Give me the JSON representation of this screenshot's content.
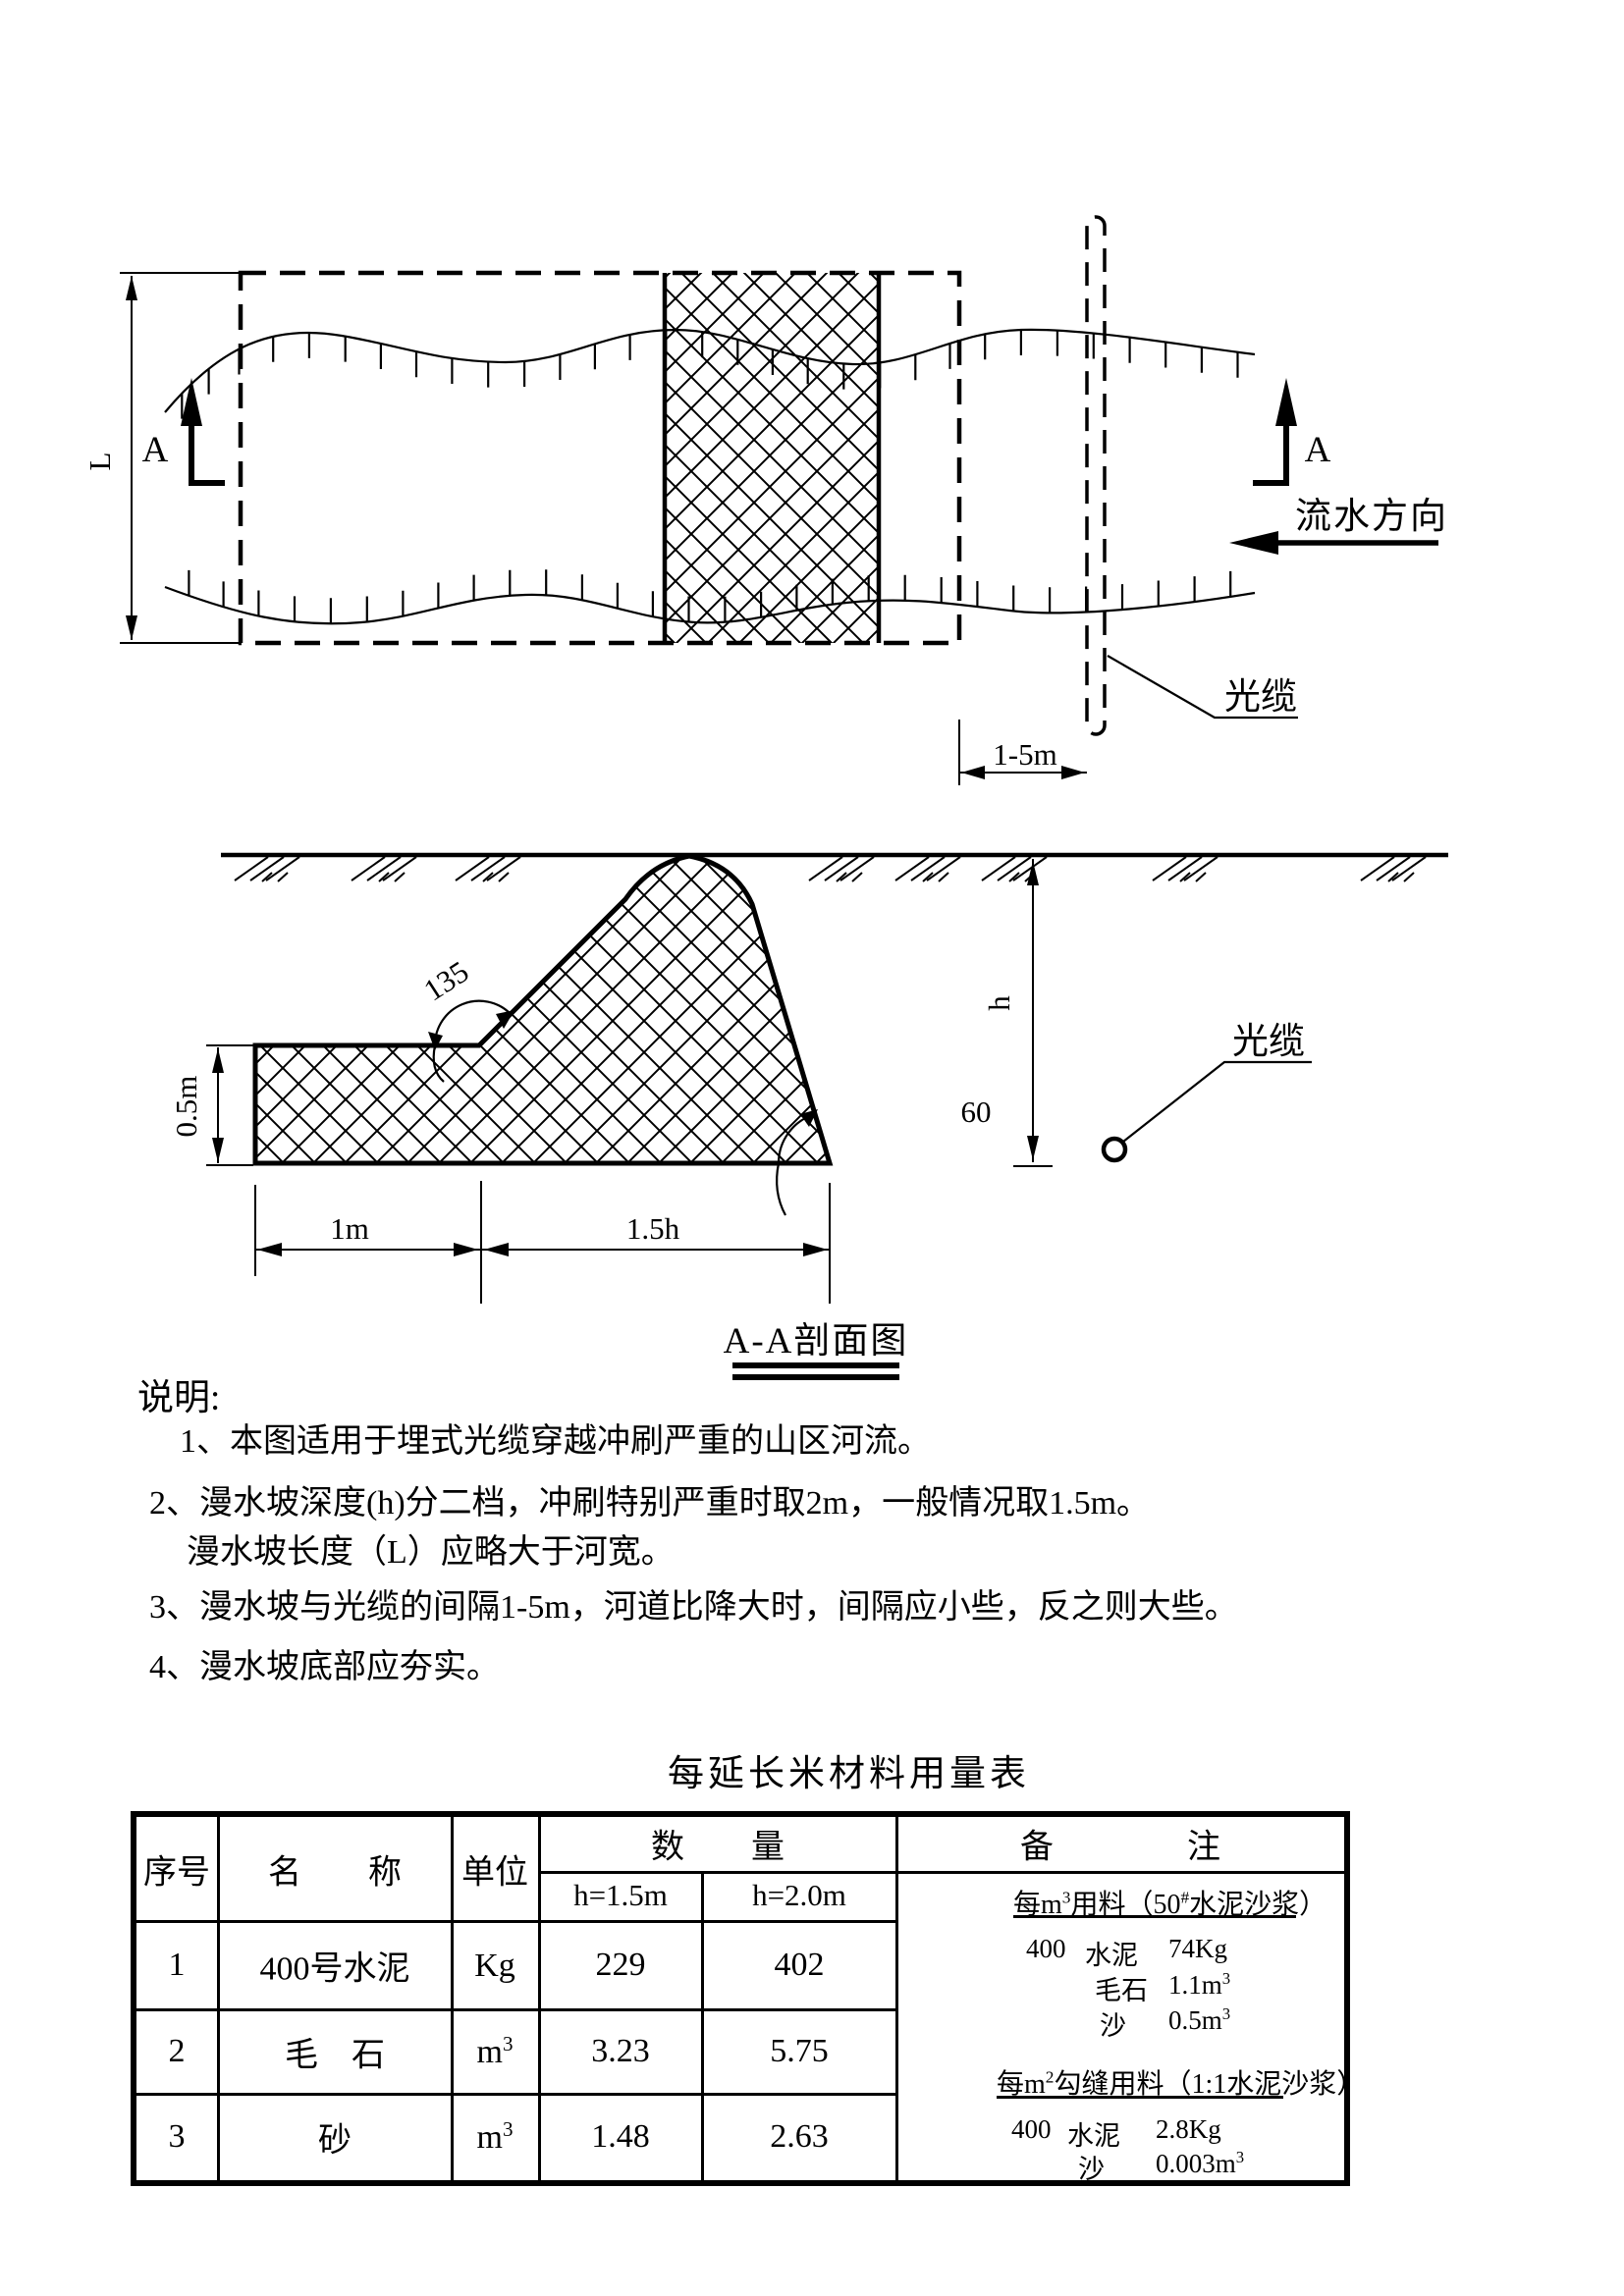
{
  "page": {
    "background": "#ffffff",
    "ink": "#000000"
  },
  "plan": {
    "section_label_left": "A",
    "section_label_right": "A",
    "length_dim": "L",
    "flow_direction": "流水方向",
    "cable_label": "光缆",
    "gap_dim": "1-5m"
  },
  "section": {
    "title": "A-A剖面图",
    "slab_height_dim": "0.5m",
    "slab_width_dim": "1m",
    "slope_width_dim": "1.5h",
    "depth_dim": "h",
    "angle_inner": "135",
    "angle_slope": "60",
    "cable_label": "光缆"
  },
  "notes": {
    "heading": "说明:",
    "n1_num": "1、",
    "n1_text": "本图适用于埋式光缆穿越冲刷严重的山区河流。",
    "n2_num": "2、",
    "n2_text": "漫水坡深度(h)分二档，冲刷特别严重时取2m，一般情况取1.5m。",
    "n2_text2": "漫水坡长度（L）应略大于河宽。",
    "n3_num": "3、",
    "n3_text": "漫水坡与光缆的间隔1-5m，河道比降大时，间隔应小些，反之则大些。",
    "n4_num": "4、",
    "n4_text": "漫水坡底部应夯实。"
  },
  "table": {
    "title": "每延长米材料用量表",
    "h_seq": "序号",
    "h_name": "名　　称",
    "h_unit": "单位",
    "h_qty": "数　　量",
    "h_sub1": "h=1.5m",
    "h_sub2": "h=2.0m",
    "h_remark": "备　　　　注",
    "rows": [
      {
        "seq": "1",
        "name": "400号水泥",
        "unit": "Kg",
        "unit_sup": "",
        "q15": "229",
        "q20": "402"
      },
      {
        "seq": "2",
        "name": "毛　石",
        "unit": "m",
        "unit_sup": "3",
        "q15": "3.23",
        "q20": "5.75"
      },
      {
        "seq": "3",
        "name": "砂",
        "unit": "m",
        "unit_sup": "3",
        "q15": "1.48",
        "q20": "2.63"
      }
    ],
    "remark": {
      "g1_pre": "每m",
      "g1_sup": "3",
      "g1_mid": "用料（50",
      "g1_sup2": "#",
      "g1_end": "水泥沙浆）",
      "g1r1c1": "400",
      "g1r1c2": "水泥",
      "g1r1c3": "74Kg",
      "g1r2c2": "毛石",
      "g1r2c3": "1.1m",
      "g1r2sup": "3",
      "g1r3c2": "沙",
      "g1r3c3": "0.5m",
      "g1r3sup": "3",
      "g2_pre": "每m",
      "g2_sup": "2",
      "g2_mid": "勾缝用料（1:1水泥沙浆）",
      "g2r1c1": "400",
      "g2r1c2": "水泥",
      "g2r1c3": "2.8Kg",
      "g2r2c2": "沙",
      "g2r2c3": "0.003m",
      "g2r2sup": "3"
    }
  }
}
